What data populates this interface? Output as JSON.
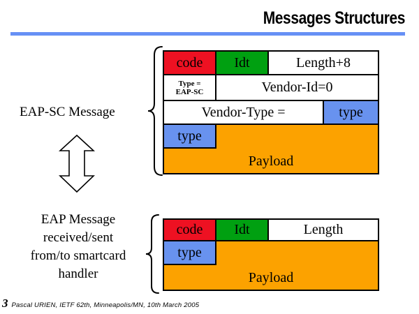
{
  "title": "Messages Structures",
  "footer": {
    "page_number": "3",
    "credit": "Pascal URIEN, IETF 62th, Minneapolis/MN, 10th March 2005"
  },
  "left_labels": {
    "eap_sc": "EAP-SC Message",
    "eap_lines": [
      "EAP Message",
      "received/sent",
      "from/to smartcard",
      "handler"
    ]
  },
  "eap_sc_table": {
    "code": "code",
    "idt": "Idt",
    "length": "Length+8",
    "type_field_line1": "Type =",
    "type_field_line2": "EAP-SC",
    "vendor_id": "Vendor-Id=0",
    "vendor_type": "Vendor-Type =",
    "vendor_type_value": "type",
    "type": "type",
    "payload": "Payload"
  },
  "eap_table": {
    "code": "code",
    "idt": "Idt",
    "length": "Length",
    "type": "type",
    "payload": "Payload"
  },
  "colors": {
    "red": "#EE1122",
    "green": "#00A011",
    "blue": "#6892EF",
    "orange": "#FCA200",
    "title_underline": "#6690F5"
  }
}
